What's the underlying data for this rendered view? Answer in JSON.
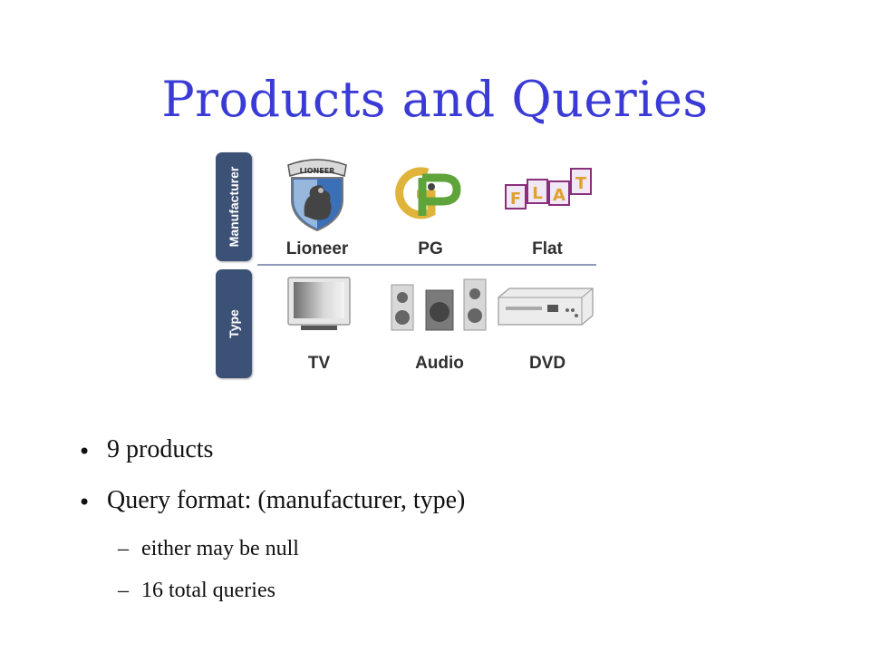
{
  "slide": {
    "title": "Products and Queries",
    "figure": {
      "row_labels": {
        "manufacturer": "Manufacturer",
        "type": "Type"
      },
      "manufacturers": [
        {
          "name": "Lioneer",
          "logo_icon": "lioneer-lion-crest-icon",
          "logo_text": "LIONEER"
        },
        {
          "name": "PG",
          "logo_icon": "pg-letters-logo-icon"
        },
        {
          "name": "Flat",
          "logo_icon": "flat-tiles-logo-icon",
          "logo_letters": [
            "F",
            "L",
            "A",
            "T"
          ]
        }
      ],
      "types": [
        {
          "name": "TV",
          "icon": "tv-icon"
        },
        {
          "name": "Audio",
          "icon": "audio-speakers-icon"
        },
        {
          "name": "DVD",
          "icon": "dvd-player-icon"
        }
      ],
      "colors": {
        "tab": "#3c5176",
        "title": "#3a3ad6"
      }
    },
    "bullets": [
      {
        "text": "9 products",
        "marker": "•"
      },
      {
        "text": "Query format: (manufacturer, type)",
        "marker": "•",
        "sub": [
          {
            "text": "either may be null",
            "marker": "–"
          },
          {
            "text": "16 total queries",
            "marker": "–"
          }
        ]
      }
    ]
  }
}
